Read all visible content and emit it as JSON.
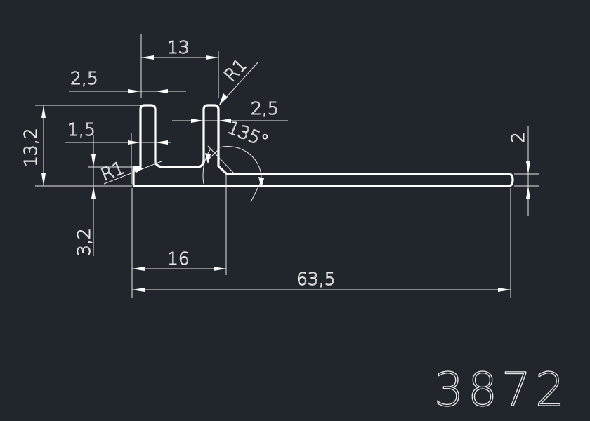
{
  "drawing": {
    "drawing_number": "3872",
    "dimensions": {
      "top_width": "13",
      "top_radius": "R1",
      "left_wall": "2,5",
      "right_wall": "2,5",
      "angle": "135°",
      "total_height": "13,2",
      "slot_wall": "1,5",
      "inner_radius": "R1",
      "base_thickness": "3,2",
      "flange_thickness": "2",
      "channel_width": "16",
      "total_width": "63,5"
    },
    "colors": {
      "background": "#21262c",
      "lines": "#ffffff"
    }
  }
}
